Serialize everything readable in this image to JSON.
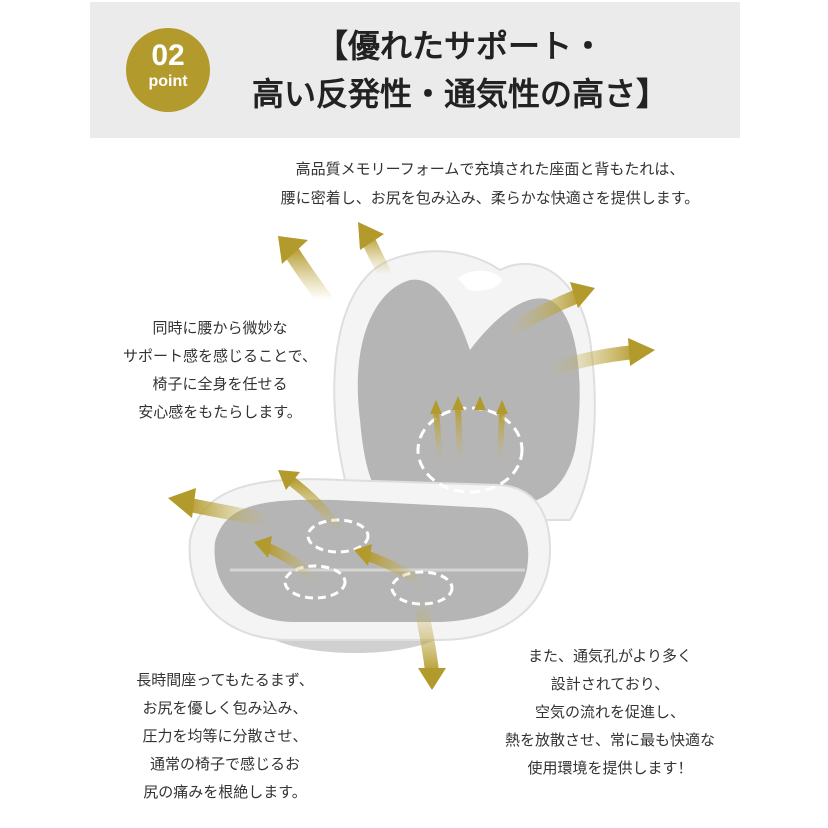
{
  "header": {
    "badge_number": "02",
    "badge_word": "point",
    "title_line1": "【優れたサポート・",
    "title_line2": "高い反発性・通気性の高さ】"
  },
  "intro": {
    "line1": "高品質メモリーフォームで充填された座面と背もたれは、",
    "line2": "腰に密着し、お尻を包み込み、柔らかな快適さを提供します。"
  },
  "notes": {
    "left_top": [
      "同時に腰から微妙な",
      "サポート感を感じることで、",
      "椅子に全身を任せる",
      "安心感をもたらします。"
    ],
    "left_bottom": [
      "長時間座ってもたるまず、",
      "お尻を優しく包み込み、",
      "圧力を均等に分散させ、",
      "通常の椅子で感じるお",
      "尻の痛みを根絶します。"
    ],
    "right_bottom": [
      "また、通気孔がより多く",
      "設計されており、",
      "空気の流れを促進し、",
      "熱を放散させ、常に最も快適な",
      "使用環境を提供します！"
    ]
  },
  "colors": {
    "accent_gold": "#b39a2c",
    "header_bg": "#ebebeb",
    "chair_shell": "#f4f4f4",
    "chair_cushion": "#b5b5b5"
  }
}
